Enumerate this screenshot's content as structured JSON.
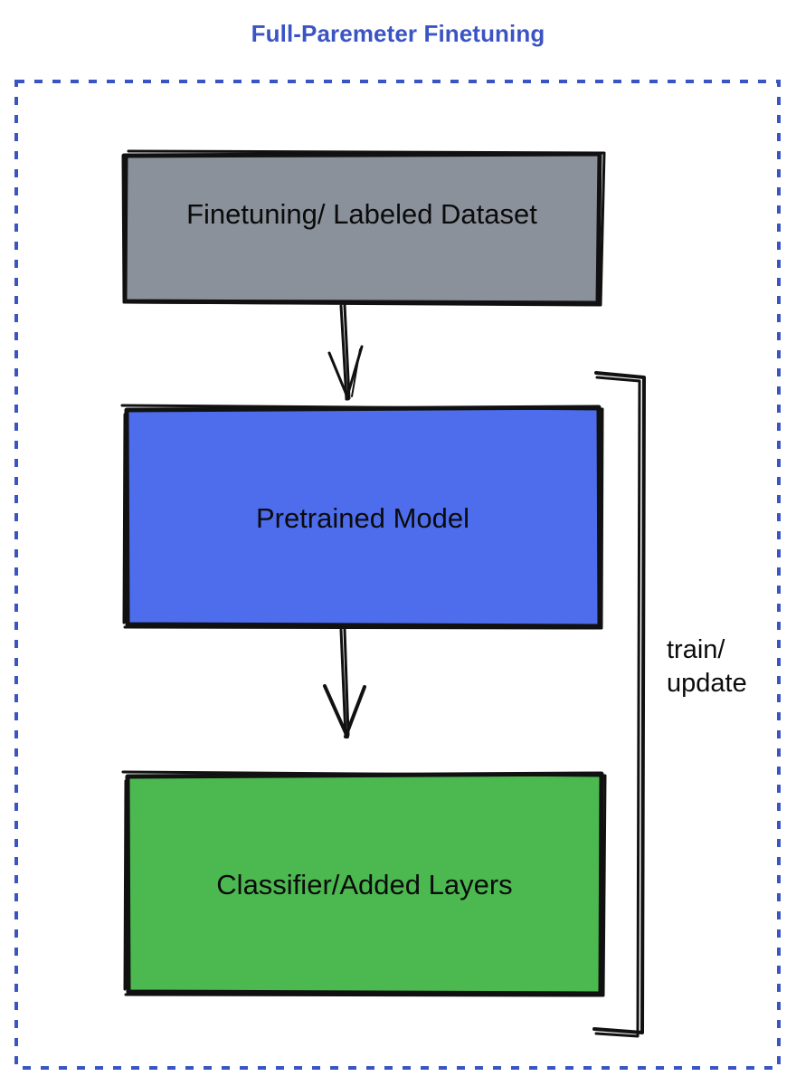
{
  "diagram": {
    "title": "Full-Paremeter Finetuning",
    "title_color": "#3b54c4",
    "container": {
      "name": "dashed-container",
      "border_style": "dashed",
      "border_color": "#3b54c4"
    },
    "nodes": [
      {
        "id": "dataset",
        "label": "Finetuning/ Labeled Dataset",
        "fill": "#8a919b",
        "stroke": "#111111"
      },
      {
        "id": "pretrained-model",
        "label": "Pretrained Model",
        "fill": "#4d6ded",
        "stroke": "#111111"
      },
      {
        "id": "classifier",
        "label": "Classifier/Added Layers",
        "fill": "#4cb850",
        "stroke": "#111111"
      }
    ],
    "edges": [
      {
        "id": "dataset-to-model",
        "from": "dataset",
        "to": "pretrained-model",
        "label": "",
        "arrow": true
      },
      {
        "id": "model-to-classifier",
        "from": "pretrained-model",
        "to": "classifier",
        "label": "",
        "arrow": true
      },
      {
        "id": "feedback-loop",
        "from": "classifier",
        "to": "pretrained-model",
        "label_line_1": "train/",
        "label_line_2": "update",
        "arrow": false
      }
    ]
  }
}
